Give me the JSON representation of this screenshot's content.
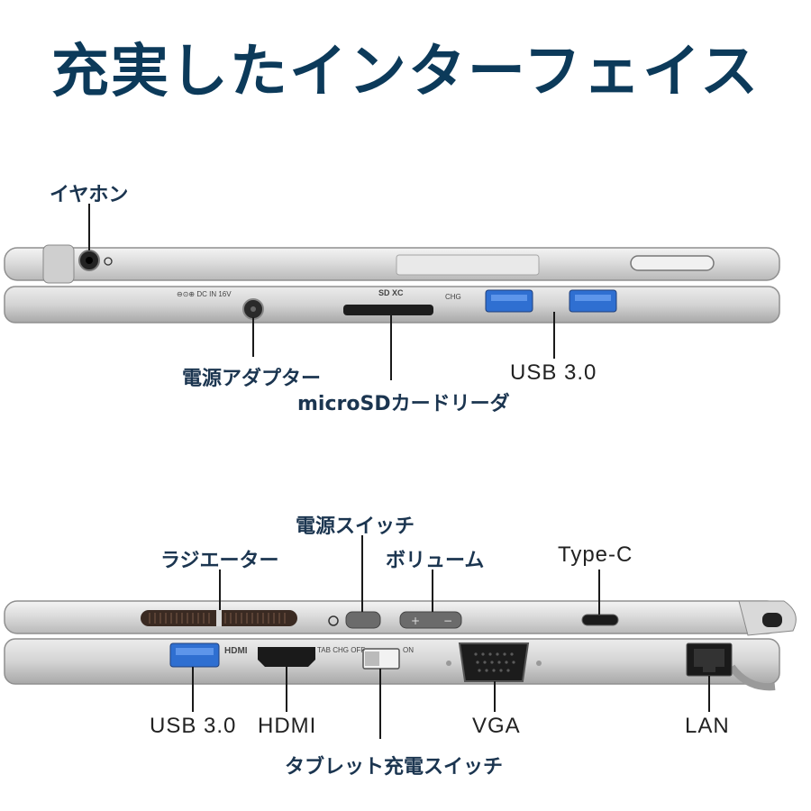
{
  "title": "充実したインターフェイス",
  "top_view": {
    "labels": {
      "earphone": "イヤホン",
      "power_adapter": "電源アダプター",
      "microsd": "microSDカードリーダ",
      "usb": "USB 3.0"
    },
    "printed": {
      "dc_in": "⊖⊙⊕ DC IN 16V",
      "chg": "CHG",
      "sd_logo": "SD XC"
    }
  },
  "bottom_view": {
    "labels": {
      "radiator": "ラジエーター",
      "power_switch": "電源スイッチ",
      "volume": "ボリューム",
      "typec": "Type-C",
      "usb": "USB 3.0",
      "hdmi": "HDMI",
      "vga": "VGA",
      "lan": "LAN",
      "tablet_switch": "タブレット充電スイッチ"
    },
    "printed": {
      "hdmi_logo": "HDMI",
      "tab_chg": "TAB CHG OFF",
      "on": "ON"
    }
  },
  "colors": {
    "title": "#0c3a5a",
    "usb_port": "#2f6fd1",
    "body_silver": "#d8d8d8"
  }
}
